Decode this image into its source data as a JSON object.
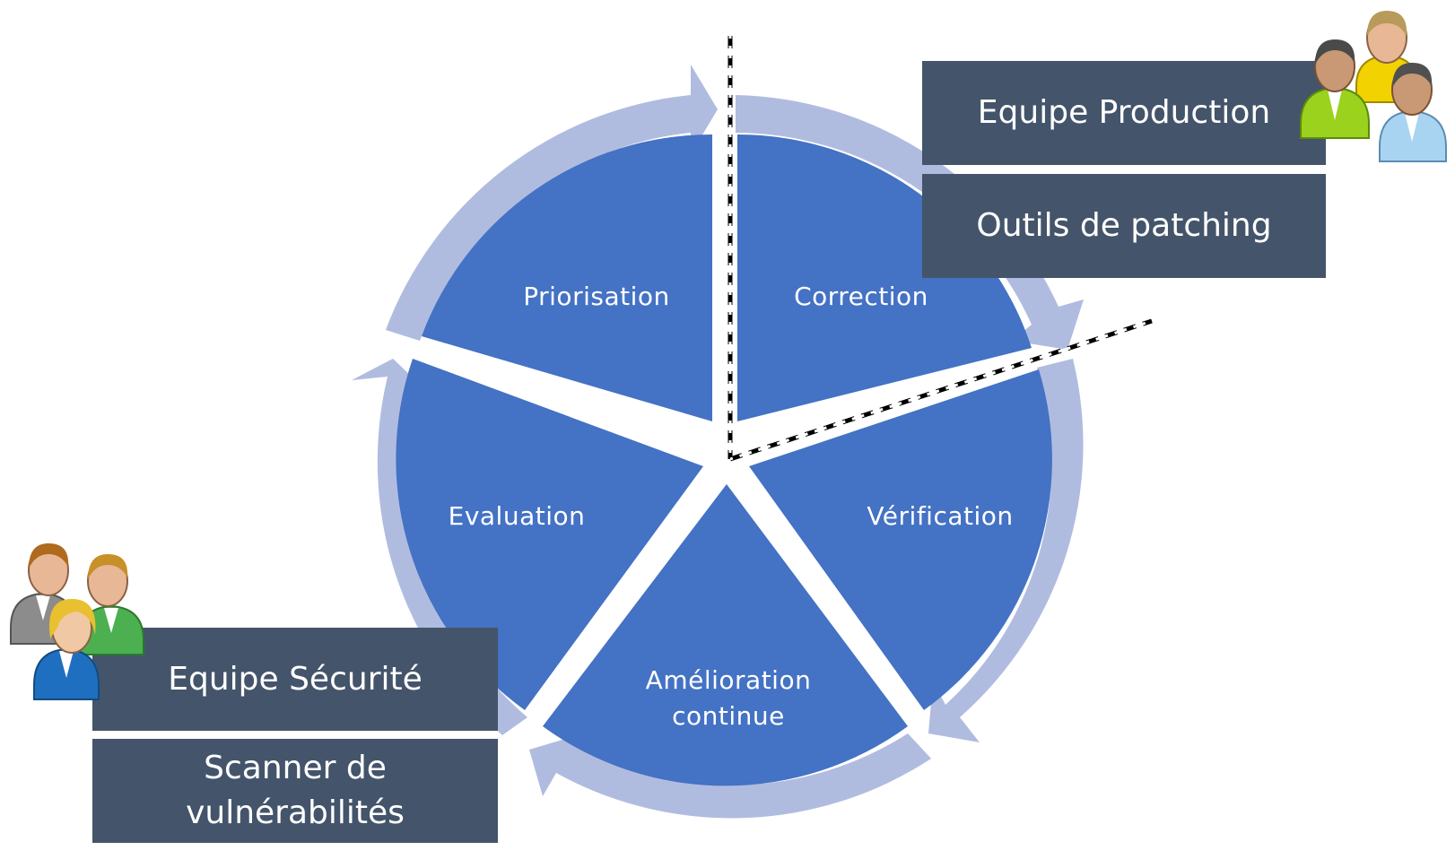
{
  "segments": [
    {
      "id": "priorisation",
      "label": "Priorisation"
    },
    {
      "id": "correction",
      "label": "Correction"
    },
    {
      "id": "verification",
      "label": "Vérification"
    },
    {
      "id": "amelioration",
      "label_line1": "Amélioration",
      "label_line2": "continue"
    },
    {
      "id": "evaluation",
      "label": "Evaluation"
    }
  ],
  "production_team": {
    "team_label": "Equipe Production",
    "tool_label": "Outils de patching"
  },
  "security_team": {
    "team_label": "Equipe Sécurité",
    "tool_line1": "Scanner de",
    "tool_line2": "vulnérabilités"
  },
  "colors": {
    "segment_fill": "#4472c4",
    "ring_arrow": "#b0bcdf",
    "box_fill": "#44546a",
    "divider_dashes": "#000000"
  },
  "icons": {
    "production_people": "people-group-icon",
    "security_people": "people-group-icon"
  }
}
